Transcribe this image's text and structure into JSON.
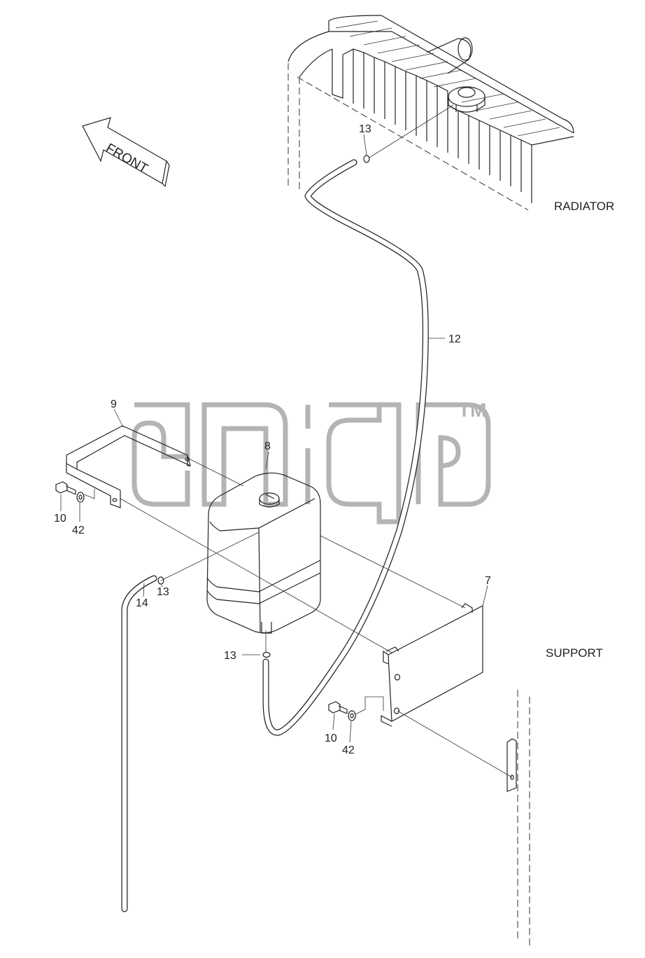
{
  "labels": {
    "front": "FRONT",
    "radiator": "RADIATOR",
    "support": "SUPPORT",
    "trademark": "TM"
  },
  "callouts": {
    "c7": "7",
    "c8": "8",
    "c9": "9",
    "c10a": "10",
    "c10b": "10",
    "c12": "12",
    "c13a": "13",
    "c13b": "13",
    "c13c": "13",
    "c14": "14",
    "c42a": "42",
    "c42b": "42"
  },
  "colors": {
    "line": "#222222",
    "watermark": "#b4b4b4",
    "background": "#ffffff"
  }
}
